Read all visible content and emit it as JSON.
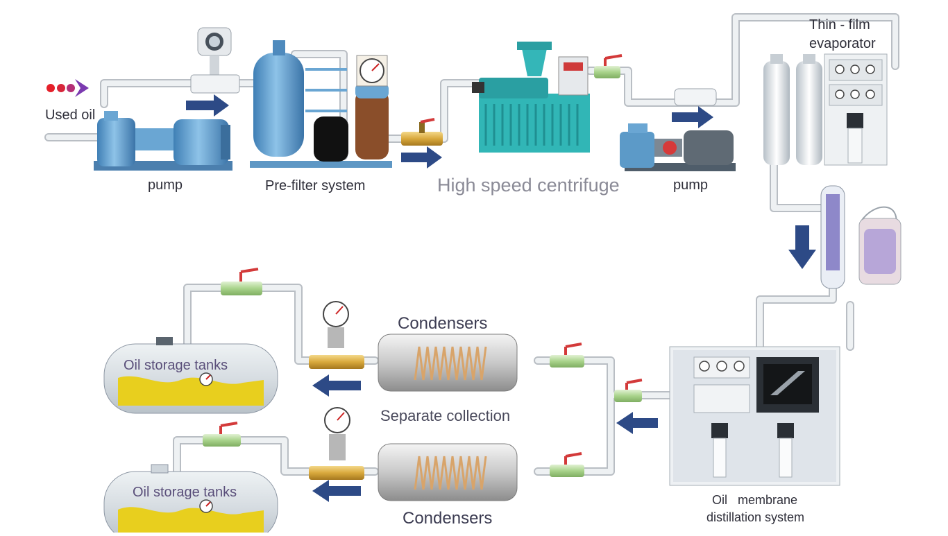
{
  "labels": {
    "used_oil": "Used oil",
    "pump_1": "pump",
    "prefilter": "Pre-filter system",
    "centrifuge": "High speed centrifuge",
    "pump_2": "pump",
    "thin_film_line1": "Thin - film",
    "thin_film_line2": "evaporator",
    "condensers_top": "Condensers",
    "condensers_bottom": "Condensers",
    "separate_collection": "Separate collection",
    "storage_top": "Oil storage tanks",
    "storage_bottom": "Oil storage tanks",
    "membrane_line1": "Oil   membrane",
    "membrane_line2": "distillation system"
  },
  "colors": {
    "pipe": "#e4e7ea",
    "pipe_edge": "#b9bec4",
    "arrow": "#2d4a86",
    "equipment_blue": "#5b98c7",
    "centrifuge_teal": "#2fb8b8",
    "valve_green": "#bfe0a8",
    "valve_handle": "#d33a3a",
    "oil_yellow": "#e8cf1e",
    "condenser_coil": "#d8a46a"
  },
  "icons": [
    "used-oil-dots-icon",
    "flow-arrow-icon",
    "pressure-gauge-icon",
    "valve-icon",
    "flow-meter-icon"
  ]
}
